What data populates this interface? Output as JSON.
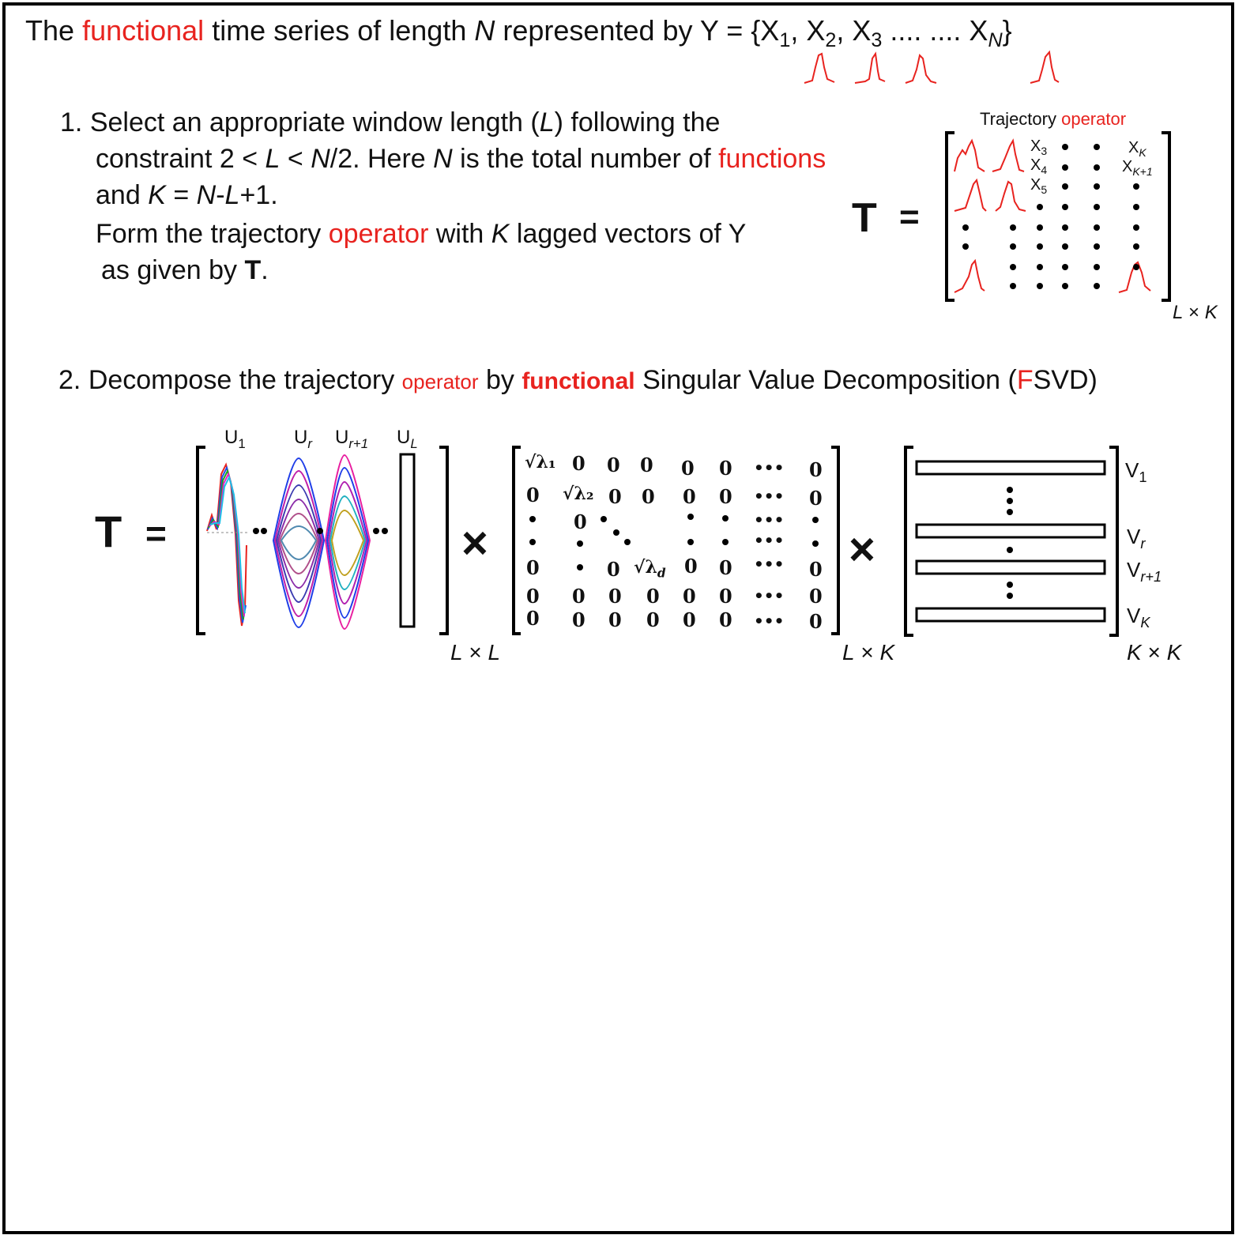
{
  "intro": {
    "w1": "The",
    "w2": "functional",
    "w3": "time series of length",
    "N": "N",
    "w4": "represented by Y = {X",
    "s1": "1",
    "c1": ", X",
    "s2": "2",
    "c2": ", X",
    "s3": "3",
    "dots": " .... .... X",
    "sN": "N",
    "close": "}"
  },
  "step1": {
    "num": "1.",
    "l1a": "Select an appropriate window length (",
    "L": "L",
    "l1b": ") following the",
    "l2a": "constraint 2 < ",
    "l2L": "L",
    "l2b": " < ",
    "l2N": "N",
    "l2c": "/2. Here ",
    "l2N2": "N",
    "l2d": " is the total number of ",
    "l2e": "functions",
    "l3a": "and ",
    "l3K": "K",
    "l3b": " = ",
    "l3N": "N",
    "l3c": "-",
    "l3L": "L",
    "l3d": "+1.",
    "l4a": "Form the trajectory ",
    "l4b": "operator",
    "l4c": " with ",
    "l4K": "K",
    "l4d": " lagged vectors of Y",
    "l5a": "as given by ",
    "l5b": "T",
    "l5c": "."
  },
  "traj": {
    "title1": "Trajectory ",
    "title2": "operator",
    "T": "T",
    "eq": "=",
    "x3": "X",
    "x3s": "3",
    "x4": "X",
    "x4s": "4",
    "x5": "X",
    "x5s": "5",
    "xk": "X",
    "xks": "K",
    "xk1": "X",
    "xk1s": "K+1",
    "dimL": "L",
    "dimx": " × ",
    "dimK": "K"
  },
  "step2": {
    "num": "2.",
    "a": "Decompose the trajectory ",
    "b": "operator",
    "c": " by ",
    "d": "functional",
    "e": " Singular Value Decomposition (",
    "f": "F",
    "g": "SVD)"
  },
  "fsvd": {
    "T": "T",
    "eq": "=",
    "u1": "U",
    "u1s": "1",
    "ur": "U",
    "urs": "r",
    "ur1": "U",
    "ur1s": "r+1",
    "ul": "U",
    "uls": "L",
    "times": "×",
    "dimLL_a": "L",
    "dimLL_x": " × ",
    "dimLL_b": "L",
    "dimLK_a": "L",
    "dimLK_x": " × ",
    "dimLK_b": "K",
    "dimKK_a": "K",
    "dimKK_x": " × ",
    "dimKK_b": "K",
    "s1": "√λ₁",
    "s2": "√λ₂",
    "sd": "√λ",
    "sds": "d",
    "zero": "0",
    "dots3": "•••",
    "v1": "V",
    "v1s": "1",
    "vr": "V",
    "vrs": "r",
    "vr1": "V",
    "vr1s": "r+1",
    "vk": "V",
    "vks": "K"
  }
}
